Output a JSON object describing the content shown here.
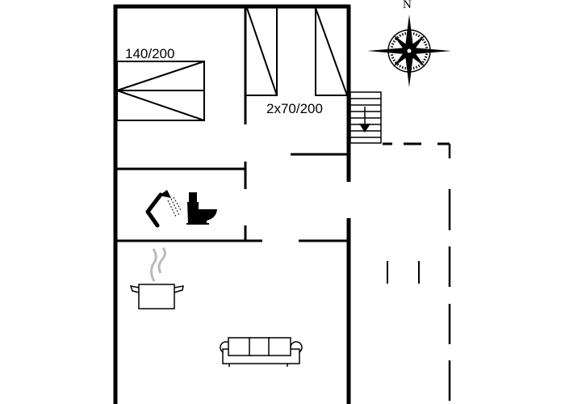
{
  "labels": {
    "bed_double": "140/200",
    "bed_singles": "2x70/200",
    "compass_north": "N"
  },
  "icons": [
    "compass-icon",
    "stairs-arrow-icon",
    "shower-icon",
    "toilet-icon",
    "cooking-pot-icon",
    "sofa-icon"
  ],
  "colors": {
    "ink": "#000000",
    "steam": "#bbbbbb"
  }
}
